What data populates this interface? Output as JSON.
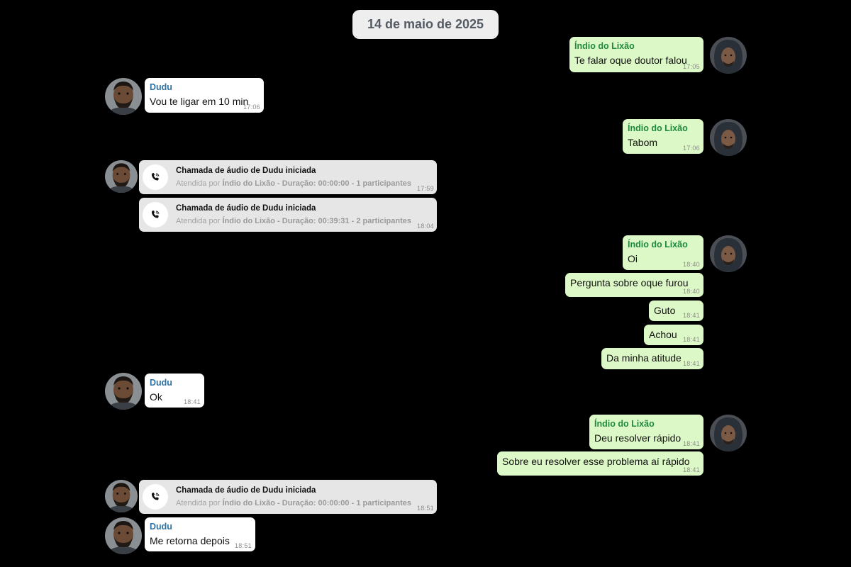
{
  "date_chip": "14 de maio de 2025",
  "colors": {
    "background": "#000000",
    "incoming_bubble": "#ffffff",
    "outgoing_bubble": "#dcf8c6",
    "incoming_sender": "#2e74a6",
    "outgoing_sender": "#1f8a3b",
    "call_card": "#e6e6e6"
  },
  "icons": {
    "avatar": "person-avatar-icon",
    "call": "phone-call-icon"
  },
  "messages": [
    {
      "sender": "Índio do Lixão",
      "text": "Te falar oque doutor falou",
      "time": "17:05"
    },
    {
      "sender": "Dudu",
      "text": "Vou te ligar em 10 min",
      "time": "17:06"
    },
    {
      "sender": "Índio do Lixão",
      "text": "Tabom",
      "time": "17:06"
    },
    {
      "call_title": "Chamada de áudio de Dudu iniciada",
      "call_prefix": "Atendida por",
      "call_detail": "Índio do Lixão - Duração: 00:00:00 - 1 participantes",
      "time": "17:59"
    },
    {
      "call_title": "Chamada de áudio de Dudu iniciada",
      "call_prefix": "Atendida por",
      "call_detail": "Índio do Lixão - Duração: 00:39:31 - 2 participantes",
      "time": "18:04"
    },
    {
      "sender": "Índio do Lixão",
      "text": "Oi",
      "time": "18:40"
    },
    {
      "text": "Pergunta sobre oque furou",
      "time": "18:40"
    },
    {
      "text": "Guto",
      "time": "18:41"
    },
    {
      "text": "Achou",
      "time": "18:41"
    },
    {
      "text": "Da minha atitude",
      "time": "18:41"
    },
    {
      "sender": "Dudu",
      "text": "Ok",
      "time": "18:41"
    },
    {
      "sender": "Índio do Lixão",
      "text": "Deu resolver rápido",
      "time": "18:41"
    },
    {
      "text": "Sobre eu resolver esse problema aí rápido",
      "time": "18:41"
    },
    {
      "call_title": "Chamada de áudio de Dudu iniciada",
      "call_prefix": "Atendida por",
      "call_detail": "Índio do Lixão - Duração: 00:00:00 - 1 participantes",
      "time": "18:51"
    },
    {
      "sender": "Dudu",
      "text": "Me retorna depois",
      "time": "18:51"
    }
  ]
}
